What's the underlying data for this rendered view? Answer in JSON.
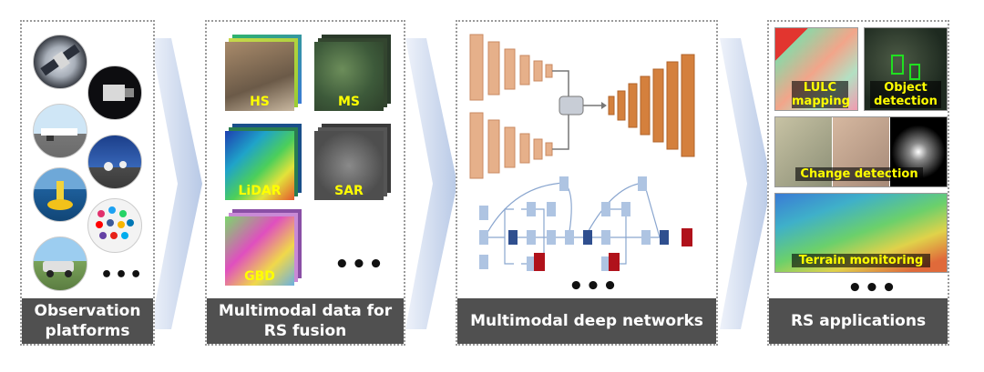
{
  "panels": {
    "platforms": {
      "line1": "Observation",
      "line2": "platforms"
    },
    "data": {
      "line1": "Multimodal data for",
      "line2": "RS fusion"
    },
    "networks": {
      "line1": "Multimodal deep networks"
    },
    "applications": {
      "line1": "RS applications"
    }
  },
  "modalities": {
    "hs": "HS",
    "ms": "MS",
    "lidar": "LiDAR",
    "sar": "SAR",
    "gbd": "GBD"
  },
  "applications": {
    "lulc_line1": "LULC",
    "lulc_line2": "mapping",
    "object_line1": "Object",
    "object_line2": "detection",
    "change": "Change detection",
    "terrain": "Terrain monitoring"
  },
  "ellipsis": "•••",
  "colors": {
    "label_bg": "#505050",
    "label_text": "#ffffff",
    "tile_text": "#ffff00",
    "arrow": "#c5d3ea",
    "encoder": "#e6b08a",
    "decoder": "#d4803d",
    "node_light": "#aec4e2",
    "node_dark": "#2f4f8f",
    "node_red": "#b0121b"
  }
}
